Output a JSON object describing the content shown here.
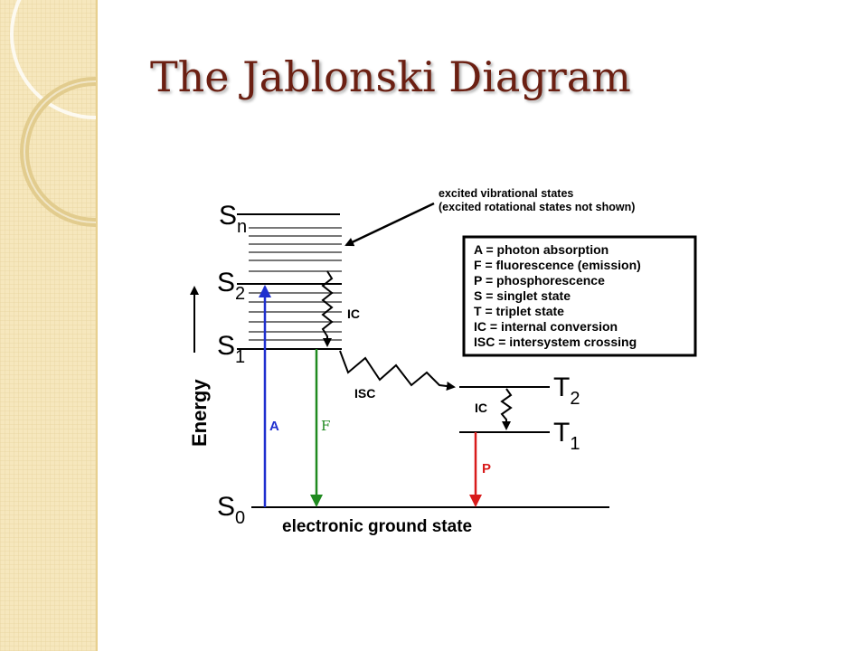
{
  "slide": {
    "title": "The Jablonski Diagram"
  },
  "diagram": {
    "axis_label": "Energy",
    "states": {
      "s_n": {
        "main": "S",
        "sub": "n"
      },
      "s_2": {
        "main": "S",
        "sub": "2"
      },
      "s_1": {
        "main": "S",
        "sub": "1"
      },
      "s_0": {
        "main": "S",
        "sub": "0"
      },
      "t_2": {
        "main": "T",
        "sub": "2"
      },
      "t_1": {
        "main": "T",
        "sub": "1"
      }
    },
    "ground_state_label": "electronic ground state",
    "annotation": {
      "line1": "excited vibrational states",
      "line2": "(excited rotational states not shown)"
    },
    "transitions": {
      "absorption": "A",
      "fluorescence": "F",
      "phosphorescence": "P",
      "ic_singlet": "IC",
      "ic_triplet": "IC",
      "isc": "ISC"
    },
    "legend": [
      "A = photon absorption",
      "F = fluorescence (emission)",
      "P = phosphorescence",
      "S = singlet state",
      "T = triplet state",
      "IC = internal conversion",
      "ISC = intersystem crossing"
    ],
    "colors": {
      "absorption": "#1f2fcf",
      "fluorescence": "#1f8a1f",
      "phosphorescence": "#d81b1b",
      "title": "#6b1f12"
    }
  }
}
